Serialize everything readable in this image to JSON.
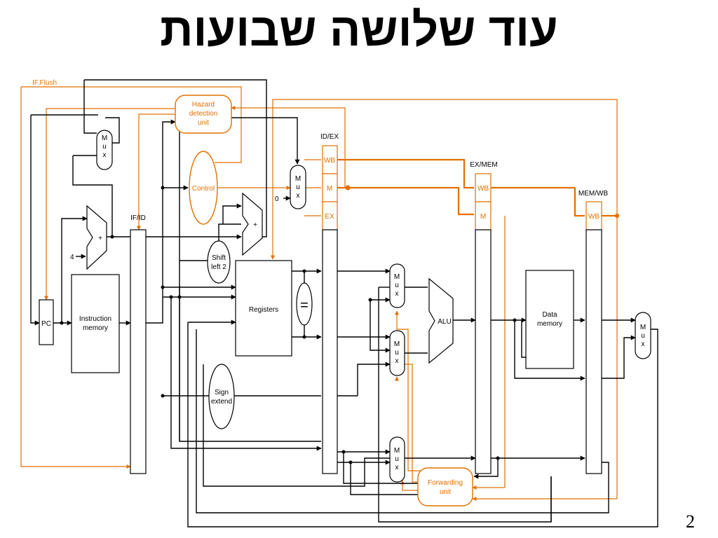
{
  "slide": {
    "title": "עוד  שלושה שבועות",
    "page_number": "2"
  },
  "colors": {
    "control": "#e07000",
    "datapath": "#000000"
  },
  "labels": {
    "if_flush": "IF.Flush",
    "hazard": [
      "Hazard",
      "detection",
      "unit"
    ],
    "control": "Control",
    "mux_letters": [
      "M",
      "u",
      "x"
    ],
    "if_id": "IF/ID",
    "id_ex": "ID/EX",
    "ex_mem": "EX/MEM",
    "mem_wb": "MEM/WB",
    "wb": "WB",
    "m": "M",
    "ex": "EX",
    "pc": "PC",
    "instruction_memory": [
      "Instruction",
      "memory"
    ],
    "four": "4",
    "zero": "0",
    "plus": "+",
    "shift_left": [
      "Shift",
      "left 2"
    ],
    "registers": "Registers",
    "equals": "=",
    "sign_extend": [
      "Sign",
      "extend"
    ],
    "alu": "ALU",
    "data_memory": [
      "Data",
      "memory"
    ],
    "forwarding": [
      "Forwarding",
      "unit"
    ]
  }
}
